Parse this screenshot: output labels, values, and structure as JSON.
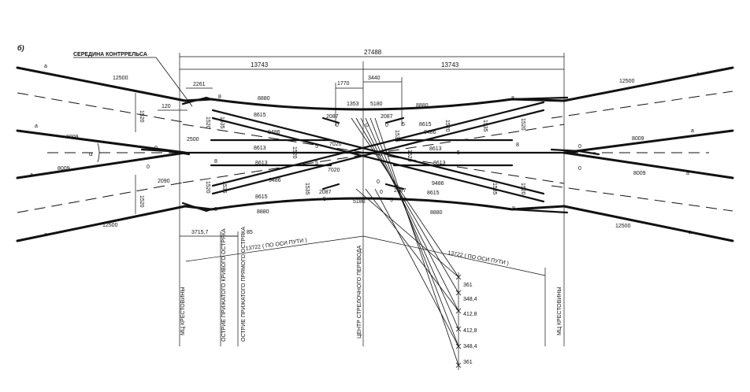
{
  "labels": {
    "panel": "б)",
    "guard_rail_middle": "СЕРЕДИНА КОНТРРЕЛЬСА",
    "axis_path": "13722 ( ПО ОСИ ПУТИ )",
    "vertical": {
      "mc_left": "МЦ КРЕСТОВИНЫ",
      "curve_point": "ОСТРИЕ ПРИЖАТОГО КРИВОГО ОСТРЯКА",
      "straight_point": "ОСТРИЕ ПРИЖАТОГО ПРЯМОГО ОСТРЯКА",
      "switch_center": "ЦЕНТР СТРЕЛОЧНОГО ПЕРЕВОДА",
      "mc_right": "МЦ КРЕСТОВИНЫ"
    },
    "angle": "α"
  },
  "dimensions": {
    "total": "27488",
    "half": "13743",
    "d12500": "12500",
    "d8009": "8009",
    "d2261": "2261",
    "d120": "120",
    "d1520": "1520",
    "d1535": "1535",
    "d1770": "1770",
    "d3440": "3440",
    "d1353": "1353",
    "d5180": "5180",
    "d8880": "8880",
    "d8615": "8615",
    "d2087": "2087",
    "d9486": "9486",
    "d8613": "8613",
    "d7020": "7020",
    "d2500": "2500",
    "d2090": "2090",
    "d3715": "3715,7",
    "d85": "85",
    "s361": "361",
    "s348": "348,4",
    "s412": "412,8"
  },
  "marks": {
    "a": "a",
    "zero": "0",
    "five": "5",
    "eight": "8"
  }
}
